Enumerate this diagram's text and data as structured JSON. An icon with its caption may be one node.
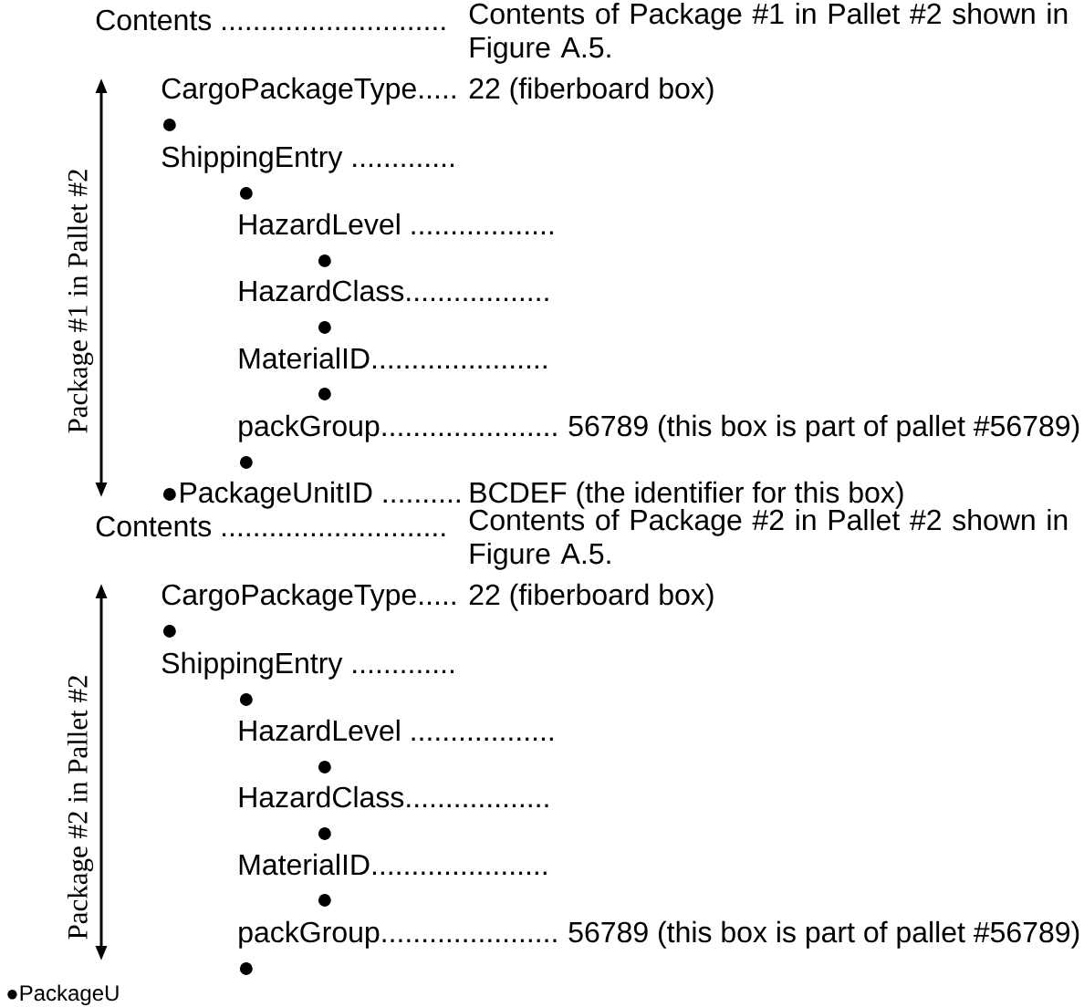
{
  "diagram": {
    "labels": [
      "Contents ............................",
      "Contents of Package #1 in Pallet #2 shown in Figure A.5.",
      "Package #1 in Pallet #2",
      "CargoPackageType.....",
      "22 (fiberboard box)",
      "●",
      "ShippingEntry .............",
      "●",
      "HazardLevel ..................",
      "●",
      "HazardClass..................",
      "●",
      "MaterialID......................",
      "●",
      "packGroup......................",
      "56789 (this box is part of pallet #56789)",
      "●",
      "●PackageUnitID ..........",
      "BCDEF (the identifier for this box)",
      "Contents ............................",
      "Contents of Package #2 in Pallet #2 shown in Figure A.5.",
      "Package #2 in Pallet #2",
      "CargoPackageType.....",
      "22 (fiberboard box)",
      "●",
      "ShippingEntry .............",
      "●",
      "HazardLevel ..................",
      "●",
      "HazardClass..................",
      "●",
      "MaterialID......................",
      "●",
      "packGroup......................",
      "56789 (this box is part of pallet #56789)",
      "●",
      "●PackageU"
    ]
  }
}
